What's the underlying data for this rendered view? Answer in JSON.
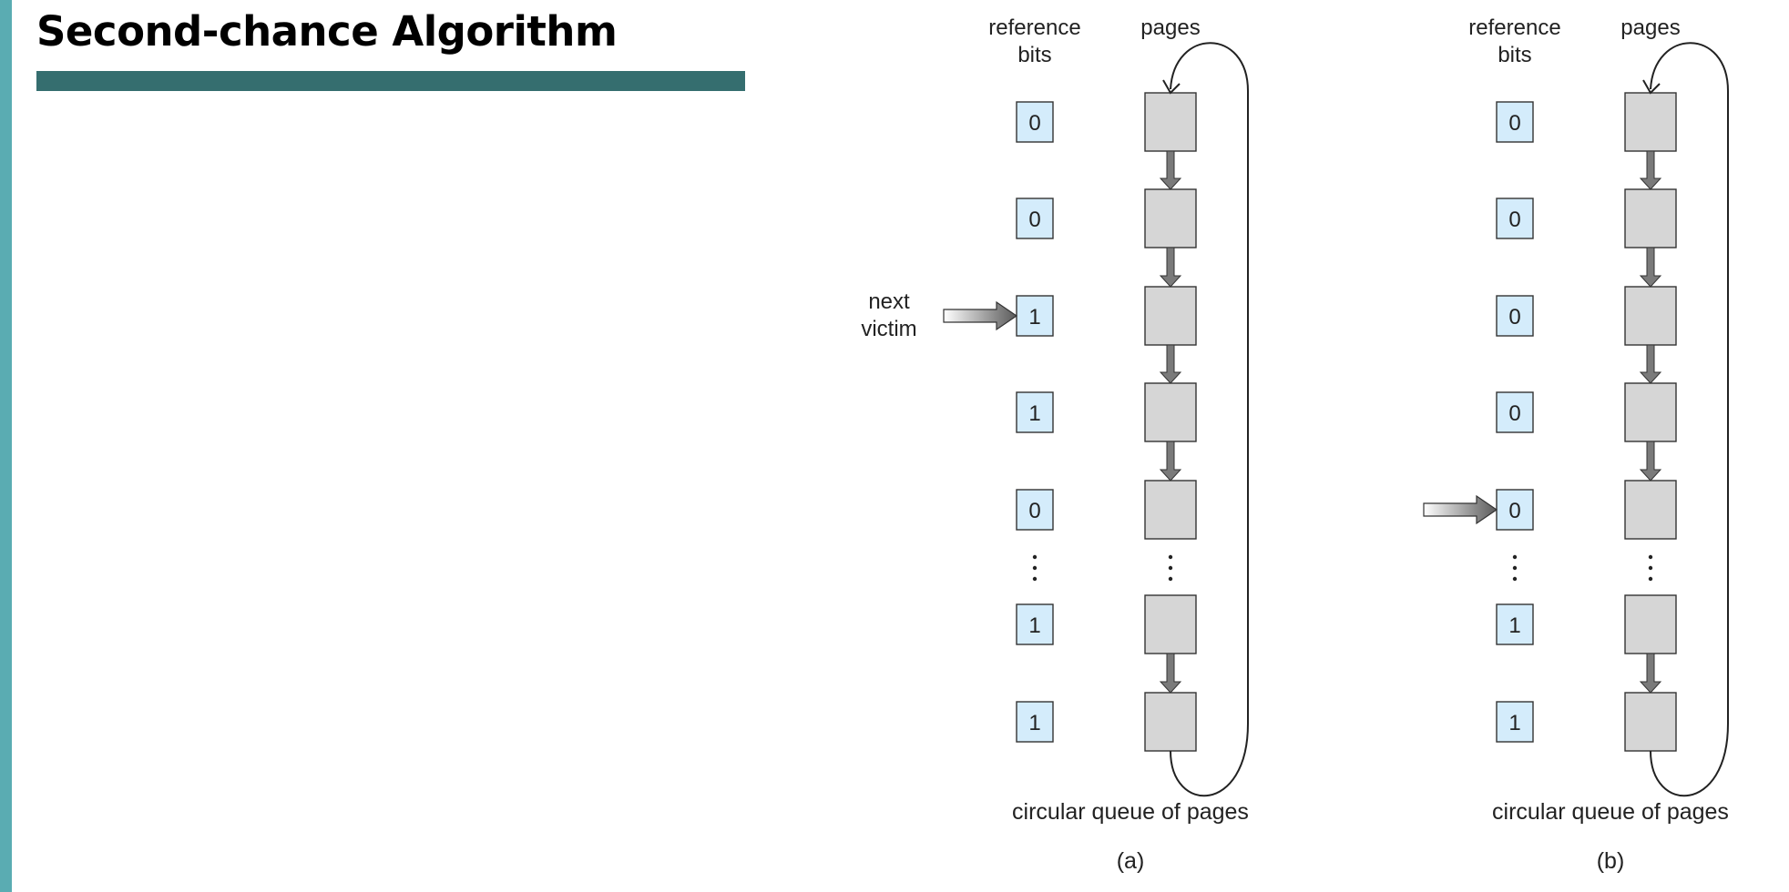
{
  "title": "Second-chance Algorithm",
  "panels": [
    {
      "header_bits_line1": "reference",
      "header_bits_line2": "bits",
      "header_pages": "pages",
      "bits_top": [
        "0",
        "0",
        "1",
        "1",
        "0"
      ],
      "bits_bottom": [
        "1",
        "1"
      ],
      "pointer_index": 2,
      "pointer_label_line1": "next",
      "pointer_label_line2": "victim",
      "queue_label": "circular queue of pages",
      "panel_label": "(a)"
    },
    {
      "header_bits_line1": "reference",
      "header_bits_line2": "bits",
      "header_pages": "pages",
      "bits_top": [
        "0",
        "0",
        "0",
        "0",
        "0"
      ],
      "bits_bottom": [
        "1",
        "1"
      ],
      "pointer_index": 4,
      "pointer_label_line1": "",
      "pointer_label_line2": "",
      "queue_label": "circular queue of pages",
      "panel_label": "(b)"
    }
  ],
  "colors": {
    "bit_fill": "#d4ecfb",
    "page_fill": "#d6d6d6",
    "accent_bar": "#5aacb2",
    "title_rule": "#356e6f"
  }
}
